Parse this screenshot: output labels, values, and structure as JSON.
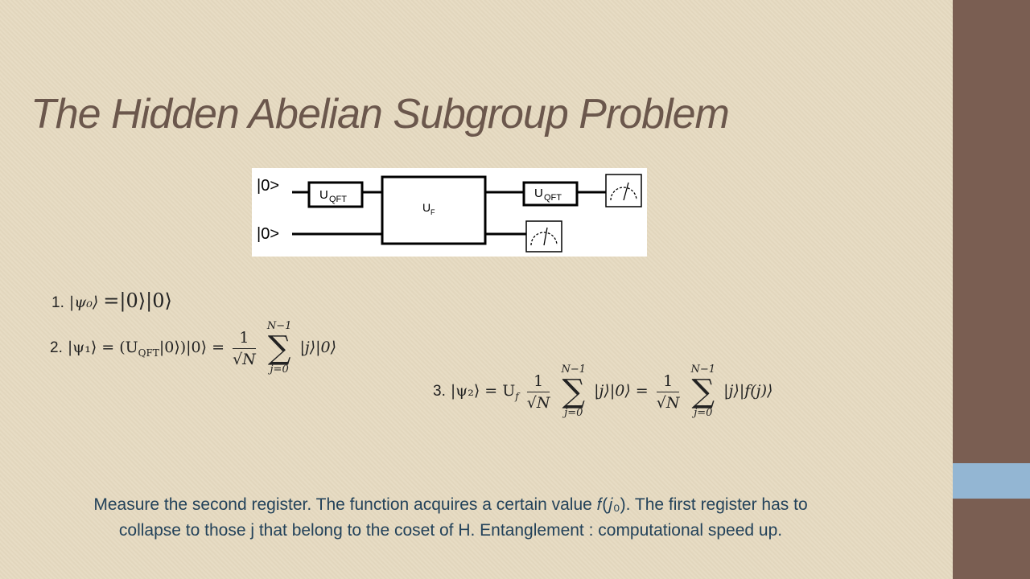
{
  "slide": {
    "title": "The Hidden Abelian Subgroup Problem"
  },
  "circuit": {
    "input_top": "|0>",
    "input_bottom": "|0>",
    "gate_qft_left": "U",
    "gate_qft_left_sub": "QFT",
    "gate_uf": "U",
    "gate_uf_sub": "F",
    "gate_qft_right": "U",
    "gate_qft_right_sub": "QFT"
  },
  "equations": {
    "eq1_number": "1.",
    "eq1_lhs": "|ψ₀⟩",
    "eq1_rhs": "=|0⟩|0⟩",
    "eq2_number": "2.",
    "eq2_lhs": "|ψ₁⟩ = (U",
    "eq2_sub": "QFT",
    "eq2_mid": "|0⟩)|0⟩ =",
    "eq2_frac_num": "1",
    "eq2_frac_den": "√N",
    "eq2_sum_upper": "N−1",
    "eq2_sum_lower": "j=0",
    "eq2_term": "|j⟩|0⟩",
    "eq3_number": "3.",
    "eq3_lhs": "|ψ₂⟩ = U",
    "eq3_sub": "f",
    "eq3_frac1_num": "1",
    "eq3_frac1_den": "√N",
    "eq3_sum1_upper": "N−1",
    "eq3_sum1_lower": "j=0",
    "eq3_term1": "|j⟩|0⟩ =",
    "eq3_frac2_num": "1",
    "eq3_frac2_den": "√N",
    "eq3_sum2_upper": "N−1",
    "eq3_sum2_lower": "j=0",
    "eq3_term2": "|j⟩|f(j)⟩"
  },
  "paragraph": {
    "line1": "Measure the second register. The function acquires a certain value 𝑓(𝑗₀). The first register has to",
    "line2": "collapse to those j that belong to the coset of H. Entanglement : computational speed up."
  },
  "colors": {
    "background": "#e6dac1",
    "title": "#6b574c",
    "rail": "#7a5e52",
    "rail_accent": "#93b6d3",
    "paragraph": "#23425a"
  }
}
